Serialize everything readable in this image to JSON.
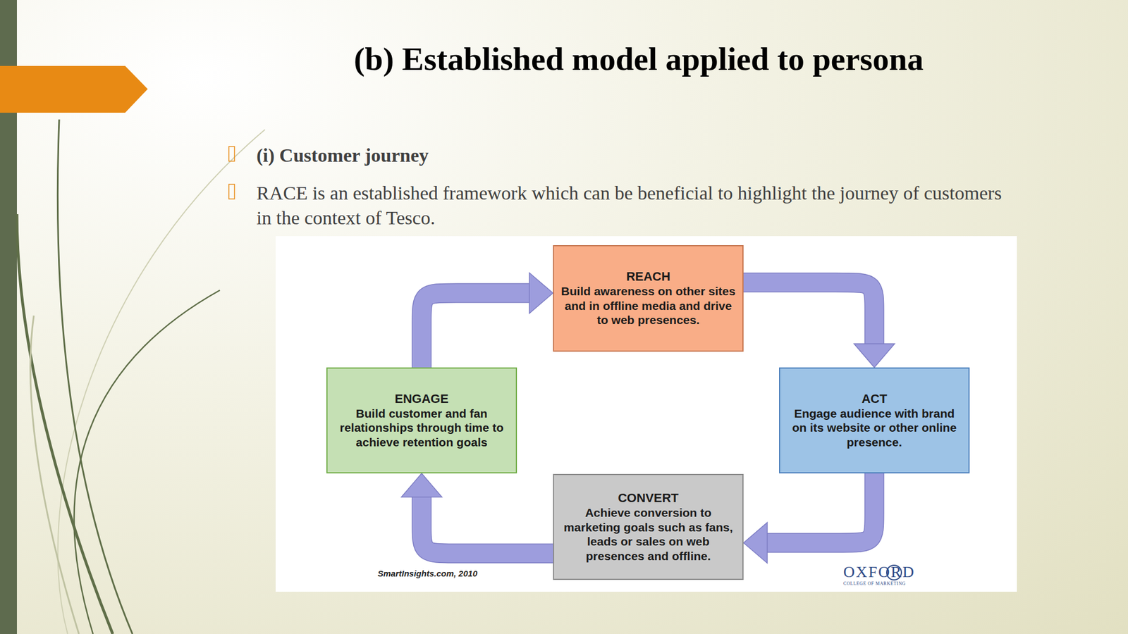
{
  "diagram": {
    "title": "(b) Established model applied to persona",
    "nodes": [
      {
        "text": [
          "REACH",
          "Build awareness on other sites and in offline media and drive to web presences."
        ]
      },
      {
        "text": [
          "ACT",
          "Engage audience with brand on its website or other online presence."
        ]
      },
      {
        "text": [
          "CONVERT",
          "Achieve conversion to marketing goals such as fans, leads or sales on web presences and offline."
        ]
      },
      {
        "text": [
          "ENGAGE",
          "Build customer and fan relationships through time to achieve retention goals"
        ]
      }
    ],
    "edges": [
      {
        "from": 0,
        "to": 1,
        "arrow": "to"
      },
      {
        "from": 1,
        "to": 2,
        "arrow": "to"
      },
      {
        "from": 2,
        "to": 3,
        "arrow": "to"
      },
      {
        "from": 3,
        "to": 0,
        "arrow": "to"
      }
    ],
    "labels": [
      "(i) Customer journey",
      "RACE is an established framework which can be beneficial to highlight the journey of customers in the context of Tesco.",
      "SmartInsights.com, 2010",
      "OXFORD",
      "COLLEGE OF MARKETING"
    ]
  }
}
